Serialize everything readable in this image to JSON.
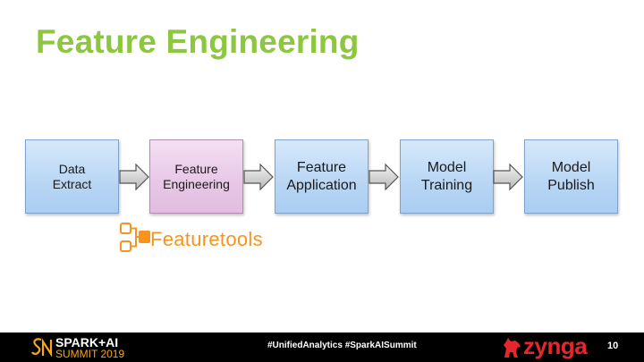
{
  "slide": {
    "title": "Feature Engineering",
    "page_number": "10"
  },
  "pipeline": {
    "steps": [
      {
        "label": "Data\nExtract",
        "highlighted": false
      },
      {
        "label": "Feature\nEngineering",
        "highlighted": true
      },
      {
        "label": "Feature\nApplication",
        "highlighted": false
      },
      {
        "label": "Model\nTraining",
        "highlighted": false
      },
      {
        "label": "Model\nPublish",
        "highlighted": false
      }
    ]
  },
  "featuretools": {
    "name": "Featuretools",
    "icon": "featuretools-logo-icon",
    "color": "#f7941d"
  },
  "footer": {
    "event_line1": "SPARK+AI",
    "event_line2": "SUMMIT 2019",
    "hashtags": "#UnifiedAnalytics #SparkAISummit",
    "company": "zynga",
    "company_color": "#e5262a"
  },
  "colors": {
    "title": "#8dc63f",
    "box_blue": "#b8d6f4",
    "box_pink": "#e7c6e6",
    "footer_bg": "#000000"
  }
}
